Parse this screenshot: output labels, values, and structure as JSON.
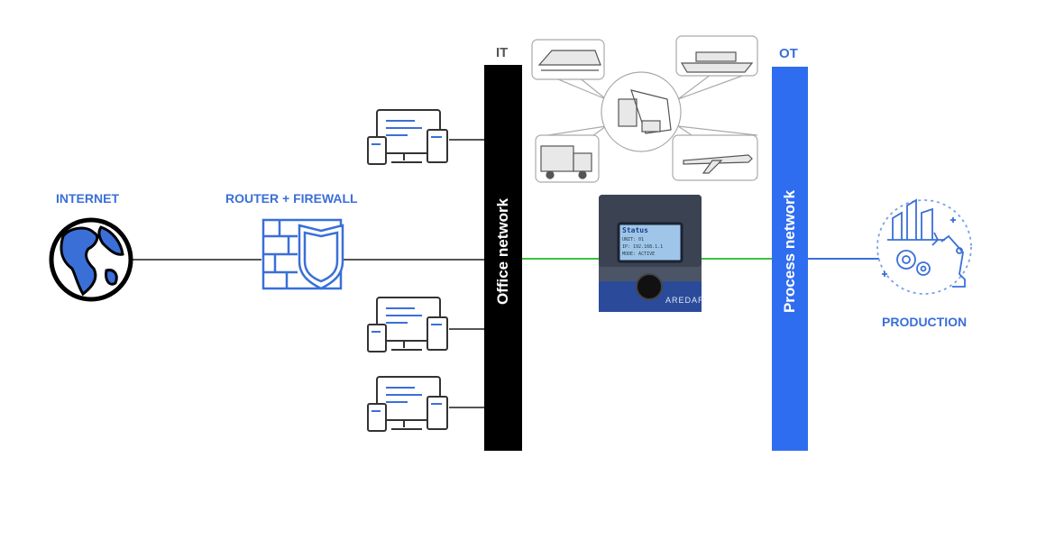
{
  "labels": {
    "internet": "INTERNET",
    "router_firewall": "ROUTER + FIREWALL",
    "production": "PRODUCTION",
    "it": "IT",
    "ot": "OT",
    "office_network": "Office network",
    "process_network": "Process network"
  },
  "device": {
    "brand": "AREDAR",
    "screen_title": "Status",
    "screen_lines": [
      "UNIT: 01",
      "IP: 192.168.1.1",
      "MODE: ACTIVE"
    ]
  },
  "icons": {
    "globe": "globe-icon",
    "firewall": "firewall-shield-icon",
    "workstation": "desktop-tablet-icon",
    "factory": "factory-robot-icon",
    "train": "train-icon",
    "ship": "ship-icon",
    "truck": "truck-icon",
    "plane": "plane-icon",
    "crane": "container-crane-icon"
  },
  "colors": {
    "accent_blue": "#3a6fd8",
    "office_bar": "#000000",
    "process_bar": "#2f6df0",
    "link_green": "#3cc13c",
    "line_gray": "#555555"
  }
}
